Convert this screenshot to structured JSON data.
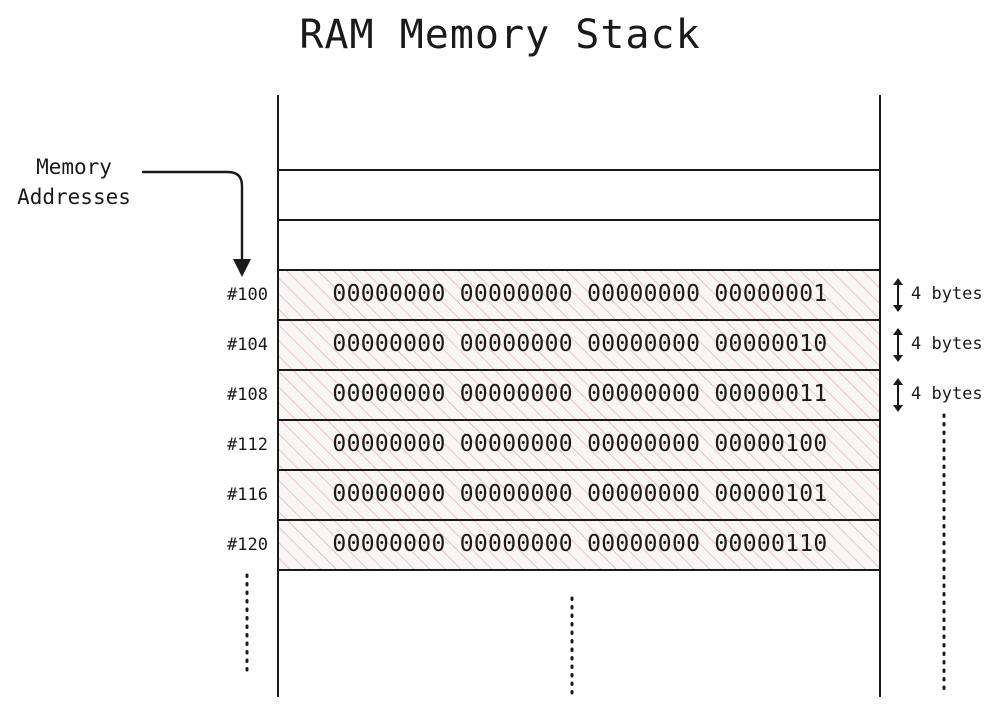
{
  "title": "RAM Memory Stack",
  "pointer_label": [
    "Memory",
    "Addresses"
  ],
  "rows": [
    {
      "address": "#100",
      "value": "00000000 00000000 00000000 00000001",
      "size": "4 bytes"
    },
    {
      "address": "#104",
      "value": "00000000 00000000 00000000 00000010",
      "size": "4 bytes"
    },
    {
      "address": "#108",
      "value": "00000000 00000000 00000000 00000011",
      "size": "4 bytes"
    },
    {
      "address": "#112",
      "value": "00000000 00000000 00000000 00000100"
    },
    {
      "address": "#116",
      "value": "00000000 00000000 00000000 00000101"
    },
    {
      "address": "#120",
      "value": "00000000 00000000 00000000 00000110"
    }
  ],
  "colors": {
    "ink": "#1a1a1a",
    "hatch": "#e8a8a8",
    "cell_fill": "#faf6f6"
  }
}
